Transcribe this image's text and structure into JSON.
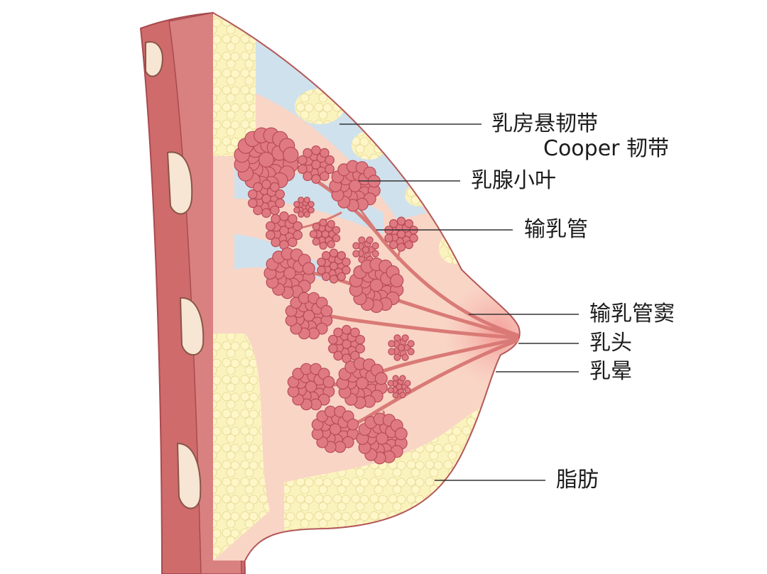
{
  "labels": {
    "suspensory": "乳房悬韧带",
    "cooper": "Cooper 韧带",
    "lobule": "乳腺小叶",
    "duct": "输乳管",
    "sinus": "输乳管窦",
    "nipple": "乳头",
    "areola": "乳晕",
    "fat": "脂肪"
  },
  "colors": {
    "muscle": "#c65f60",
    "muscle_light": "#e79795",
    "rib": "#f6e6d3",
    "fat": "#fbf3bd",
    "fat_lobe": "#f4e6a0",
    "tissue": "#f9d5c6",
    "ligament": "#cfe1ec",
    "lobule": "#d65f6b",
    "duct": "#d97a76",
    "outline": "#b3585a",
    "leader": "#333333"
  }
}
